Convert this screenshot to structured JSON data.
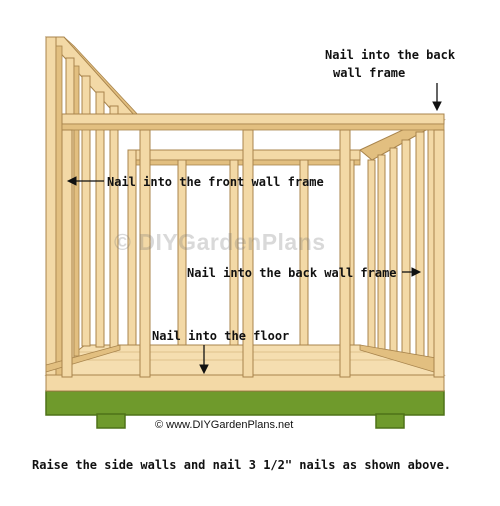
{
  "colors": {
    "lumber": "#f3d9a6",
    "lumber_shade": "#e2bf80",
    "lumber_edge": "#a8844c",
    "floor": "#f5deb0",
    "skid_green": "#6f9a2c",
    "skid_green_dark": "#4e7218",
    "arrow": "#111111"
  },
  "annotations": {
    "back_wall_top_line1": "Nail into the back",
    "back_wall_top_line2": "wall frame",
    "front_wall": "Nail into the front wall frame",
    "back_wall_right": "Nail into the back wall frame",
    "floor": "Nail into the floor"
  },
  "watermark": "© DIYGardenPlans",
  "copyright": "© www.DIYGardenPlans.net",
  "caption": "Raise the side walls and nail 3 1/2\" nails as shown above."
}
